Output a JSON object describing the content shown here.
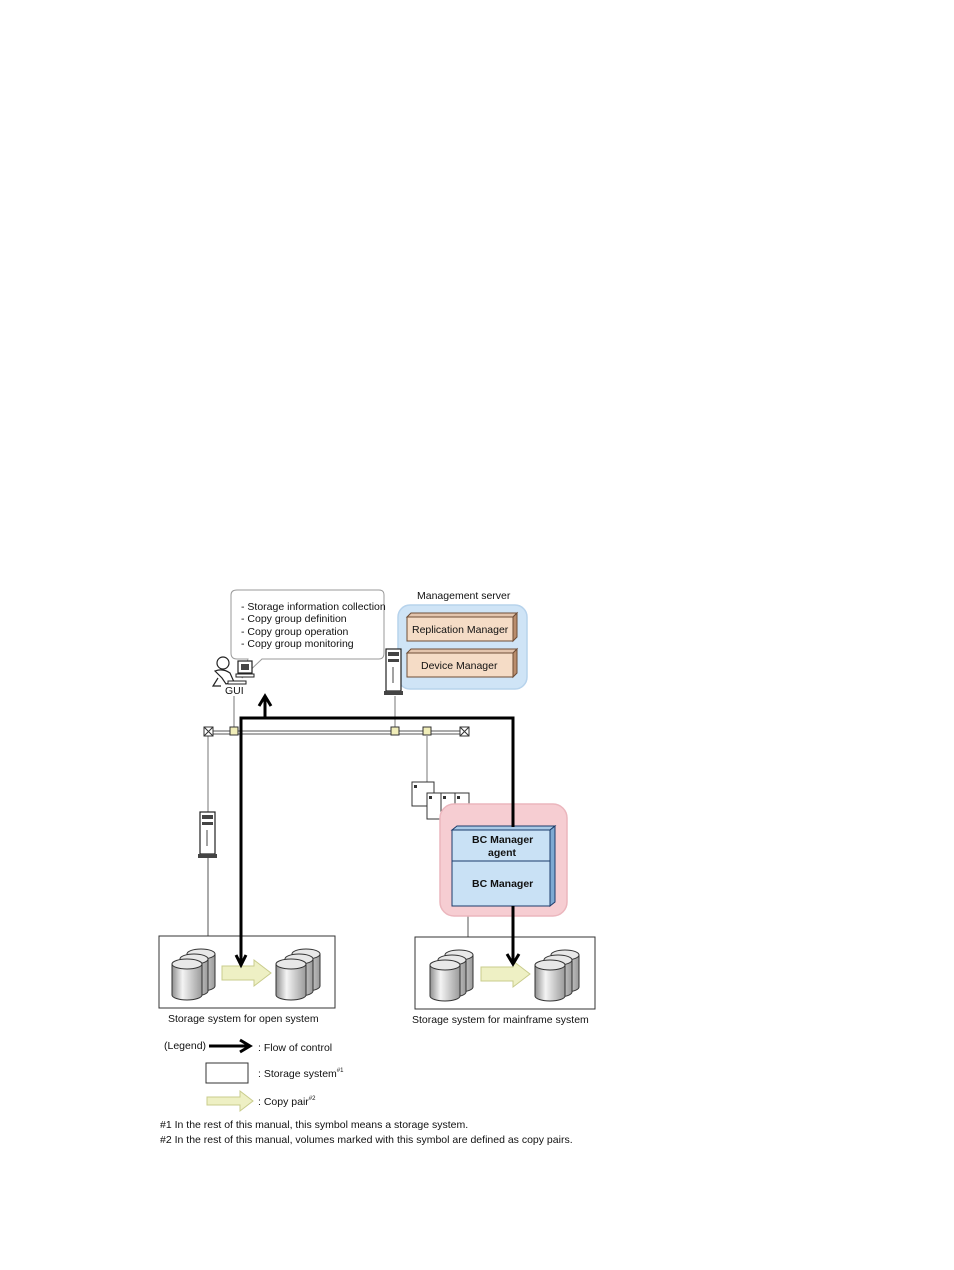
{
  "callout": {
    "items": [
      "- Storage information collection",
      "- Copy group definition",
      "- Copy group operation",
      "- Copy group monitoring"
    ]
  },
  "gui": {
    "label": "GUI"
  },
  "management_server": {
    "title": "Management server",
    "replication_manager": "Replication Manager",
    "device_manager": "Device Manager"
  },
  "host": {
    "agent_line1": "BC Manager",
    "agent_line2": "agent",
    "bc_manager": "BC Manager"
  },
  "storage": {
    "open": "Storage system for open system",
    "mainframe": "Storage system for mainframe system"
  },
  "legend": {
    "prefix": "(Legend)",
    "flow": ": Flow of control",
    "storage": ": Storage system",
    "storage_sup": "#1",
    "copy_pair": ": Copy pair",
    "copy_pair_sup": "#2"
  },
  "notes": {
    "n1": "#1 In the rest of this manual, this symbol means a storage system.",
    "n2": "#2 In the rest of this manual, volumes marked with this symbol are defined as copy pairs."
  },
  "colors": {
    "mgmt_halo": "#cfe4f6",
    "mgmt_box": "#f5dcc6",
    "host_halo": "#f6cdd2",
    "host_box": "#c9e1f5",
    "copy_arrow": "#eef0c4",
    "node": "#f1eeb9"
  }
}
